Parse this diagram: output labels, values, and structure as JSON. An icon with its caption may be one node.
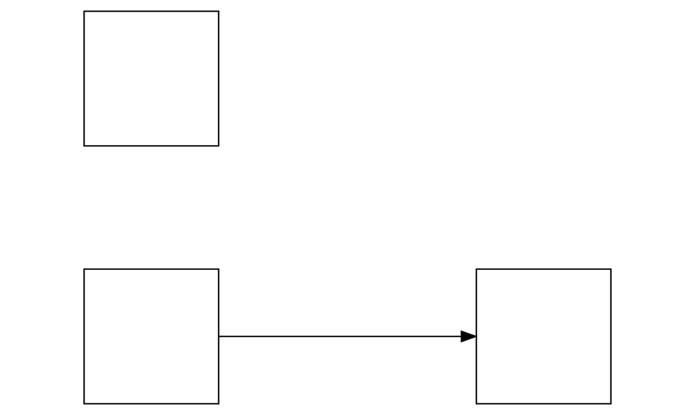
{
  "diagram": {
    "nodes": [
      {
        "text": [],
        "shape": "box"
      },
      {
        "text": [],
        "shape": "box"
      },
      {
        "text": [],
        "shape": "box"
      }
    ],
    "edges": [
      {
        "from": 0,
        "to": 2,
        "arrow": "to"
      }
    ]
  }
}
